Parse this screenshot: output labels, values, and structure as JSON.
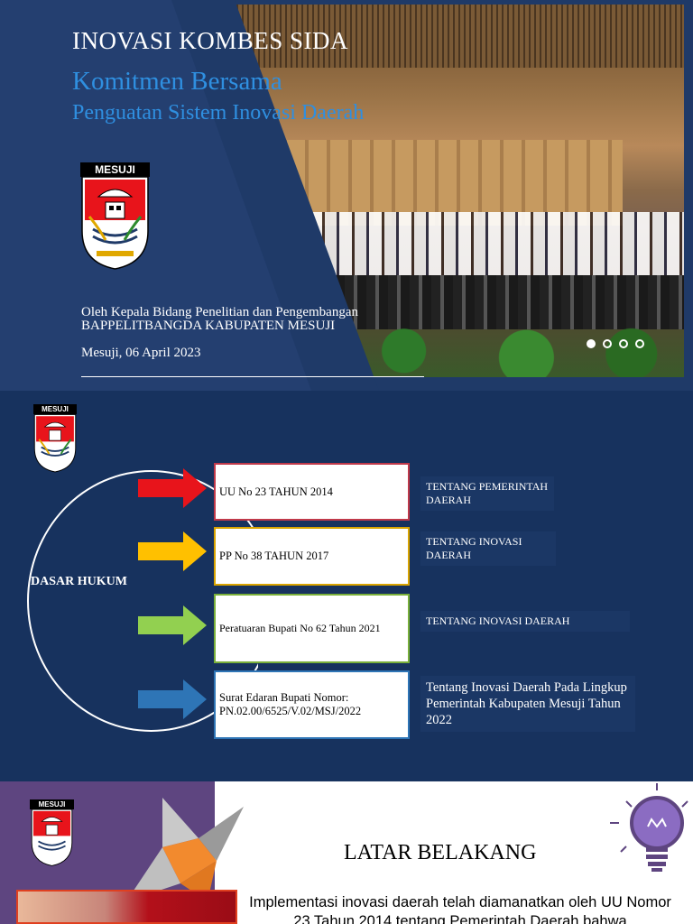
{
  "slide1": {
    "title": "INOVASI KOMBES SIDA",
    "subtitle1": "Komitmen Bersama",
    "subtitle2": "Penguatan Sistem Inovasi Daerah",
    "byline1": "Oleh Kepala Bidang Penelitian dan Pengembangan",
    "byline2": "BAPPELITBANGDA KABUPATEN MESUJI",
    "date": "Mesuji, 06 April 2023",
    "carousel_dots": 4,
    "carousel_active": 1
  },
  "logo": {
    "banner": "MESUJI"
  },
  "slide2": {
    "center_label": "DASAR HUKUM",
    "items": [
      {
        "box": "UU No 23 TAHUN 2014",
        "desc": "TENTANG PEMERINTAH DAERAH",
        "arrow_color": "#e8141b"
      },
      {
        "box": "PP No 38 TAHUN 2017",
        "desc": "TENTANG INOVASI DAERAH",
        "arrow_color": "#ffc000"
      },
      {
        "box": "Peratuaran Bupati No 62 Tahun 2021",
        "desc": "TENTANG INOVASI DAERAH",
        "arrow_color": "#92d050"
      },
      {
        "box": "Surat Edaran Bupati Nomor: PN.02.00/6525/V.02/MSJ/2022",
        "desc": "Tentang Inovasi Daerah Pada Lingkup Pemerintah Kabupaten Mesuji Tahun 2022",
        "arrow_color": "#2e75b6"
      }
    ]
  },
  "slide3": {
    "heading": "LATAR BELAKANG",
    "body": "Implementasi inovasi daerah telah diamanatkan oleh UU Nomor 23 Tahun 2014 tentang Pemerintah Daerah bahwa"
  },
  "colors": {
    "navy": "#1f3a68",
    "accent_blue": "#2f8fe0",
    "purple": "#5e4580",
    "orange": "#f28a2e"
  }
}
